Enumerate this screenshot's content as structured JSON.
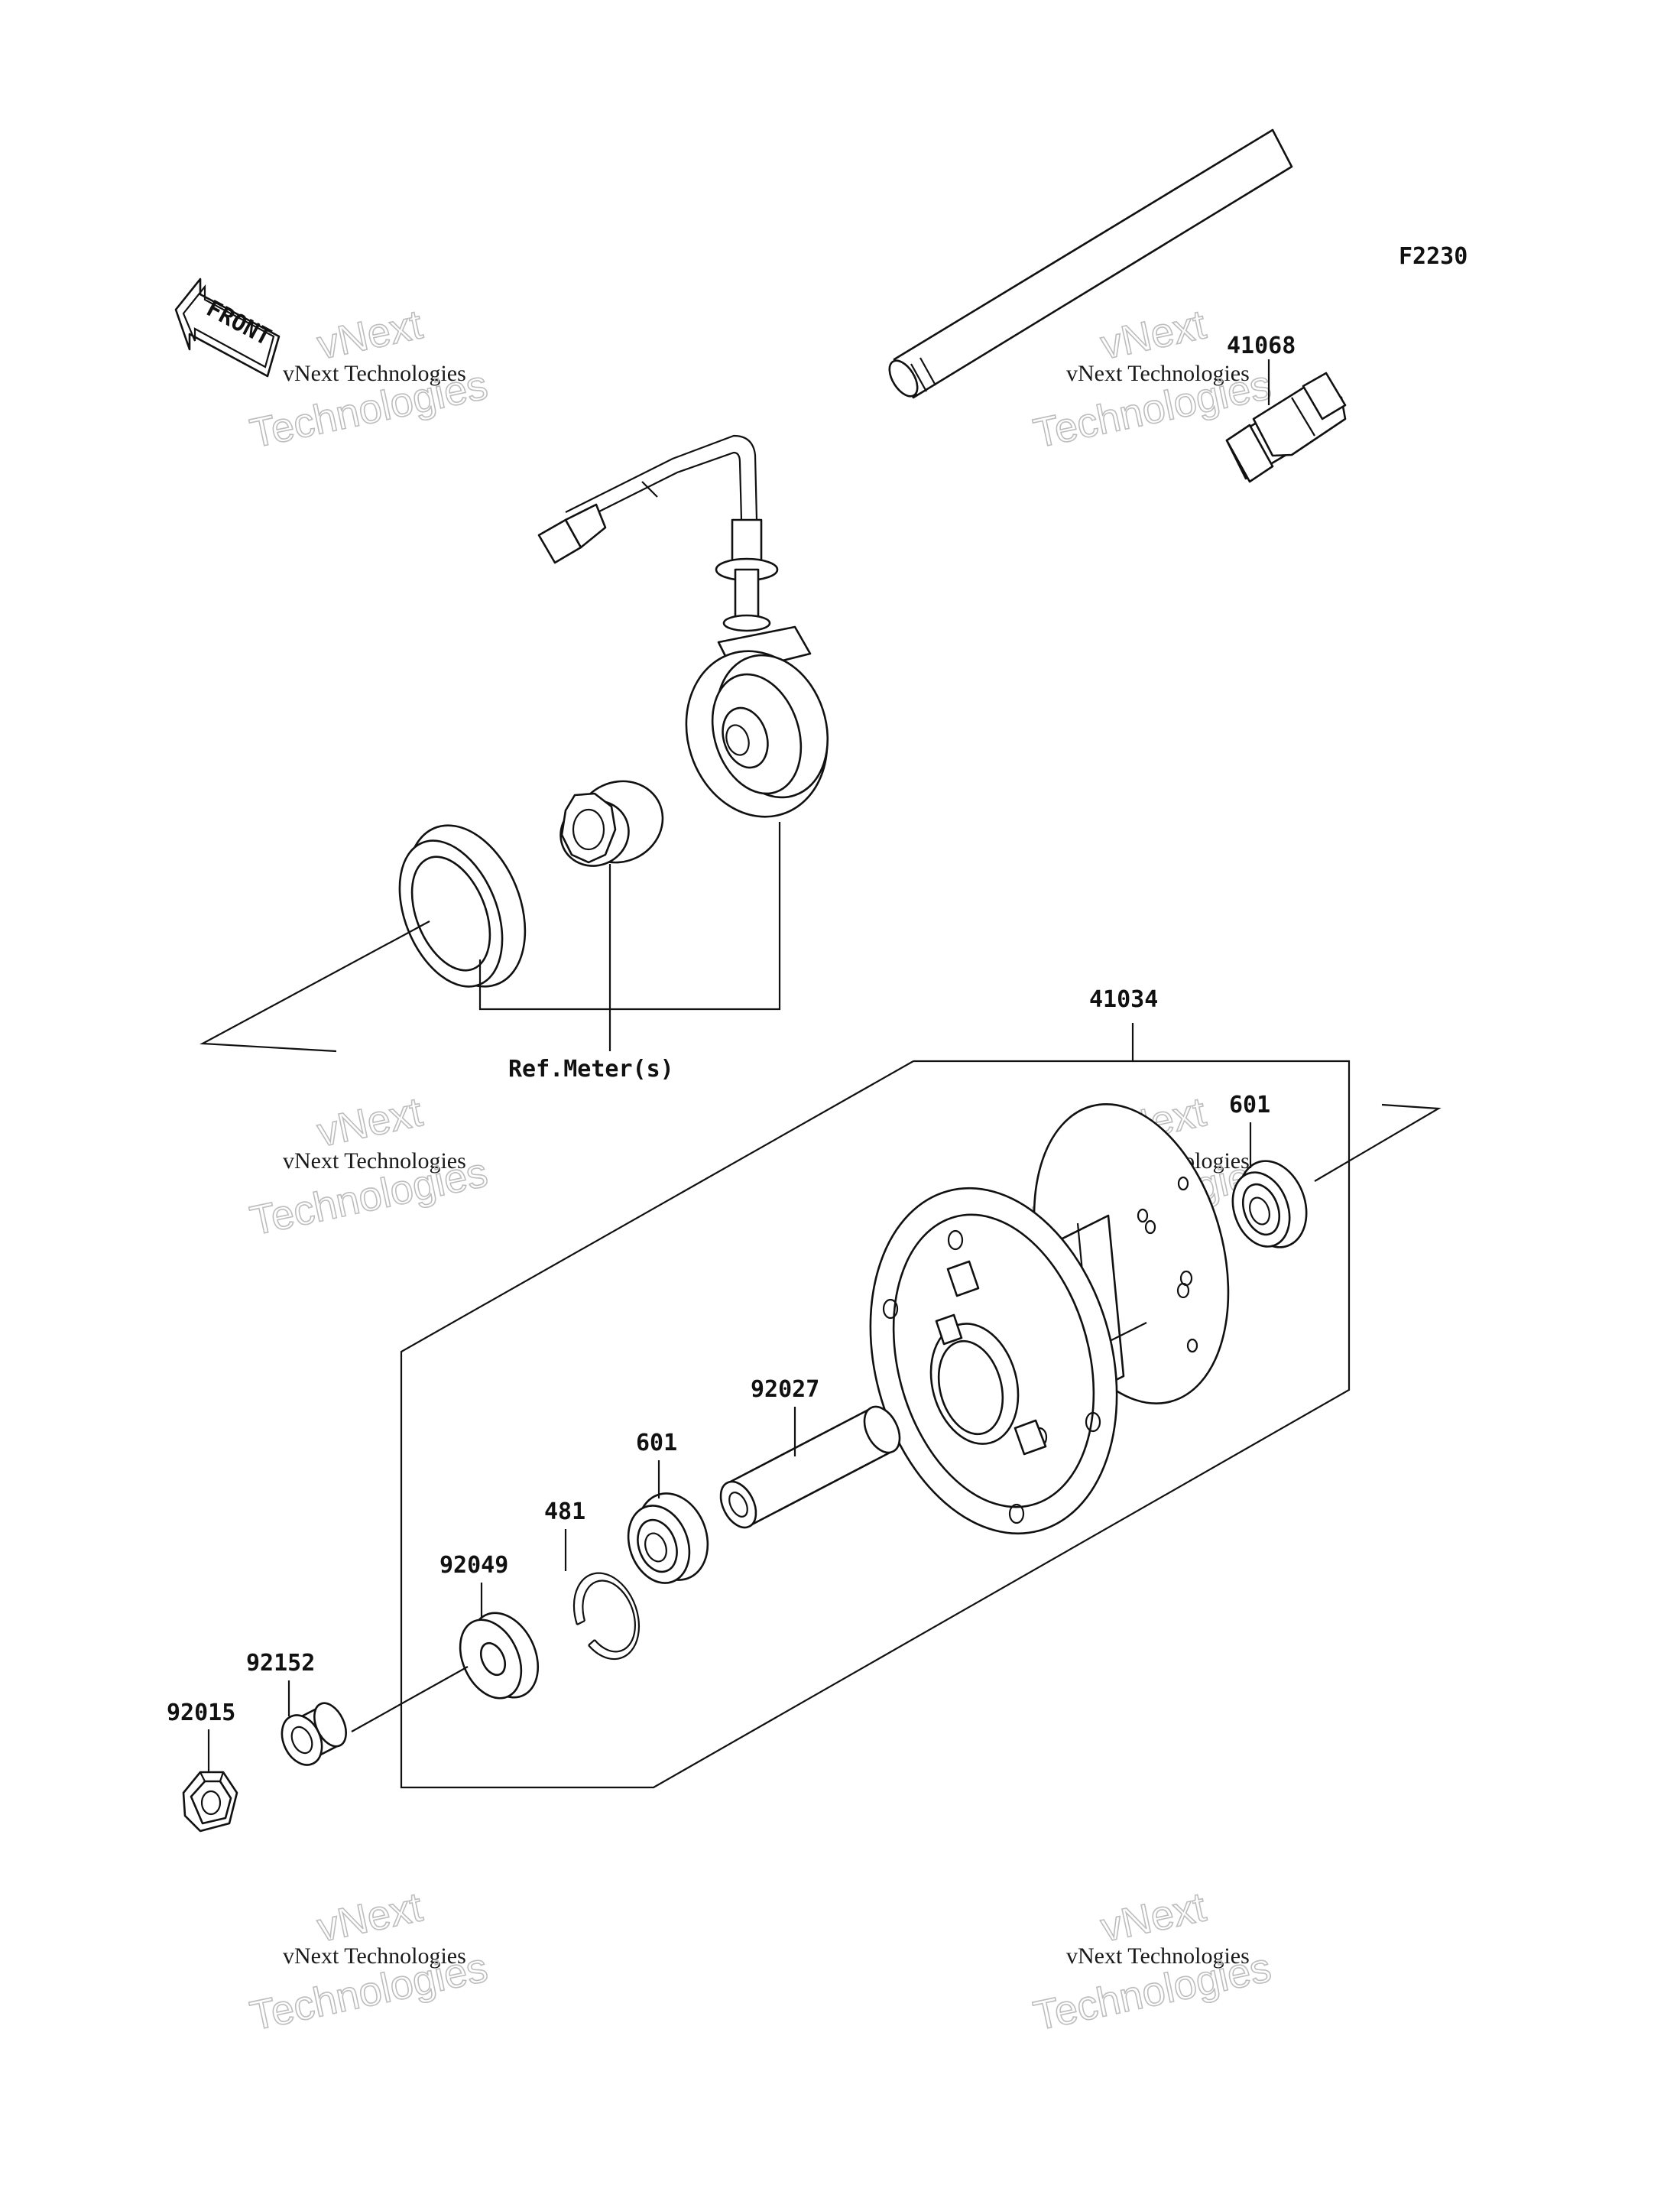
{
  "figure_code": "F2230",
  "front_arrow_text": "FRONT",
  "watermarks": [
    {
      "line1": "vNext",
      "line2": "vNext Technologies",
      "line3": "Technologies"
    },
    {
      "line1": "vNext",
      "line2": "vNext Technologies",
      "line3": "Technologies"
    },
    {
      "line1": "vNext",
      "line2": "vNext Technologies",
      "line3": "Technologies"
    },
    {
      "line1": "vNext",
      "line2": "vNext Technologies",
      "line3": "Technologies"
    },
    {
      "line1": "vNext",
      "line2": "vNext Technologies",
      "line3": "Technologies"
    },
    {
      "line1": "vNext",
      "line2": "vNext Technologies",
      "line3": "Technologies"
    }
  ],
  "callouts": {
    "axle": "41068",
    "hub": "41034",
    "bearing_right": "601",
    "ref_meter": "Ref.Meter(s)",
    "collar": "92027",
    "bearing_left": "601",
    "circlip": "481",
    "seal": "92049",
    "spacer": "92152",
    "nut": "92015"
  }
}
